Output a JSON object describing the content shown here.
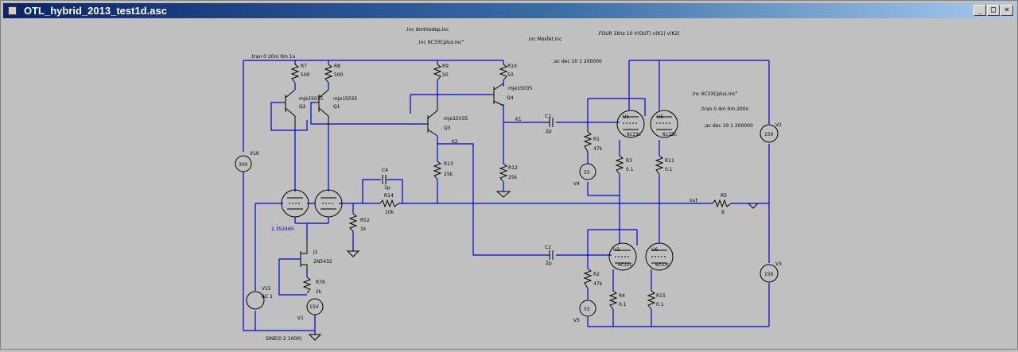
{
  "window": {
    "title": "OTL_hybrid_2013_test1d.asc",
    "controls": {
      "minimize": "_",
      "maximize": "□",
      "close": "×"
    }
  },
  "directives": {
    "inc_dmtriodep": ".inc dmtriodep.inc",
    "inc_6c33_top": ".inc 6C33Cplus.inc\"",
    "inc_mosfet": ".inc Mosfet.inc",
    "four": ".FOUR 1khz 10 V(OUT) v(K1) v(K2)",
    "tran_left": ".tran 0 20m 0m 1u",
    "ac_top": ";ac dec 10 1 200000",
    "inc_6c33_right": ".inc 6C33Cplus.inc\"",
    "tran_right": ";tran 0 4m 0m 200n",
    "ac_right": ";ac dec 10 1 200000",
    "sine": "SINE(0 2 1000)"
  },
  "components": {
    "R7": {
      "name": "R7",
      "value": "500"
    },
    "R8": {
      "name": "R8",
      "value": "500"
    },
    "R9": {
      "name": "R9",
      "value": "50"
    },
    "R10": {
      "name": "R10",
      "value": "50"
    },
    "Q2": {
      "name": "Q2",
      "model": "mje15035"
    },
    "Q1": {
      "name": "Q1",
      "model": "mje15035"
    },
    "Q3": {
      "name": "Q3",
      "model": "mje15035"
    },
    "Q4": {
      "name": "Q4",
      "model": "mje15035"
    },
    "R13": {
      "name": "R13",
      "value": "25k"
    },
    "R12": {
      "name": "R12",
      "value": "25k"
    },
    "V16": {
      "name": "V16",
      "value": "300"
    },
    "C4": {
      "name": "C4",
      "value": "1p"
    },
    "R14": {
      "name": "R14",
      "value": "10k"
    },
    "R52": {
      "name": "R52",
      "value": "1k"
    },
    "J1": {
      "name": "J1",
      "model": "2N5432"
    },
    "R76": {
      "name": "R76",
      "value": "2k"
    },
    "V15": {
      "name": "V15",
      "value": "AC 1"
    },
    "V1": {
      "name": "V1",
      "value": "15V"
    },
    "bias_voltage": "2.35246V",
    "C1": {
      "name": "C1",
      "value": "2p"
    },
    "C2": {
      "name": "C2",
      "value": "2p"
    },
    "R1": {
      "name": "R1",
      "value": "47k"
    },
    "R2": {
      "name": "R2",
      "value": "47k"
    },
    "V4": {
      "name": "V4",
      "value": "55"
    },
    "V5": {
      "name": "V5",
      "value": "55"
    },
    "U1": {
      "name": "U1",
      "model": "6c33c"
    },
    "U5": {
      "name": "U5",
      "model": "6c33c"
    },
    "U2": {
      "name": "U2",
      "model": "6c33c"
    },
    "U6": {
      "name": "U6",
      "model": "6c33c"
    },
    "R3": {
      "name": "R3",
      "value": "0.1"
    },
    "R11": {
      "name": "R11",
      "value": "0.1"
    },
    "R4": {
      "name": "R4",
      "value": "0.1"
    },
    "R15": {
      "name": "R15",
      "value": "0.1"
    },
    "R5": {
      "name": "R5",
      "value": "8"
    },
    "V2": {
      "name": "V2",
      "value": "150"
    },
    "V3": {
      "name": "V3",
      "value": "150"
    }
  },
  "nets": {
    "k1": "K1",
    "k2": "K2",
    "out": "out"
  },
  "colors": {
    "wire": "#0000cc",
    "component": "#000000",
    "canvas": "#c0c0c0",
    "title_start": "#0a246a",
    "title_end": "#a6caf0"
  }
}
